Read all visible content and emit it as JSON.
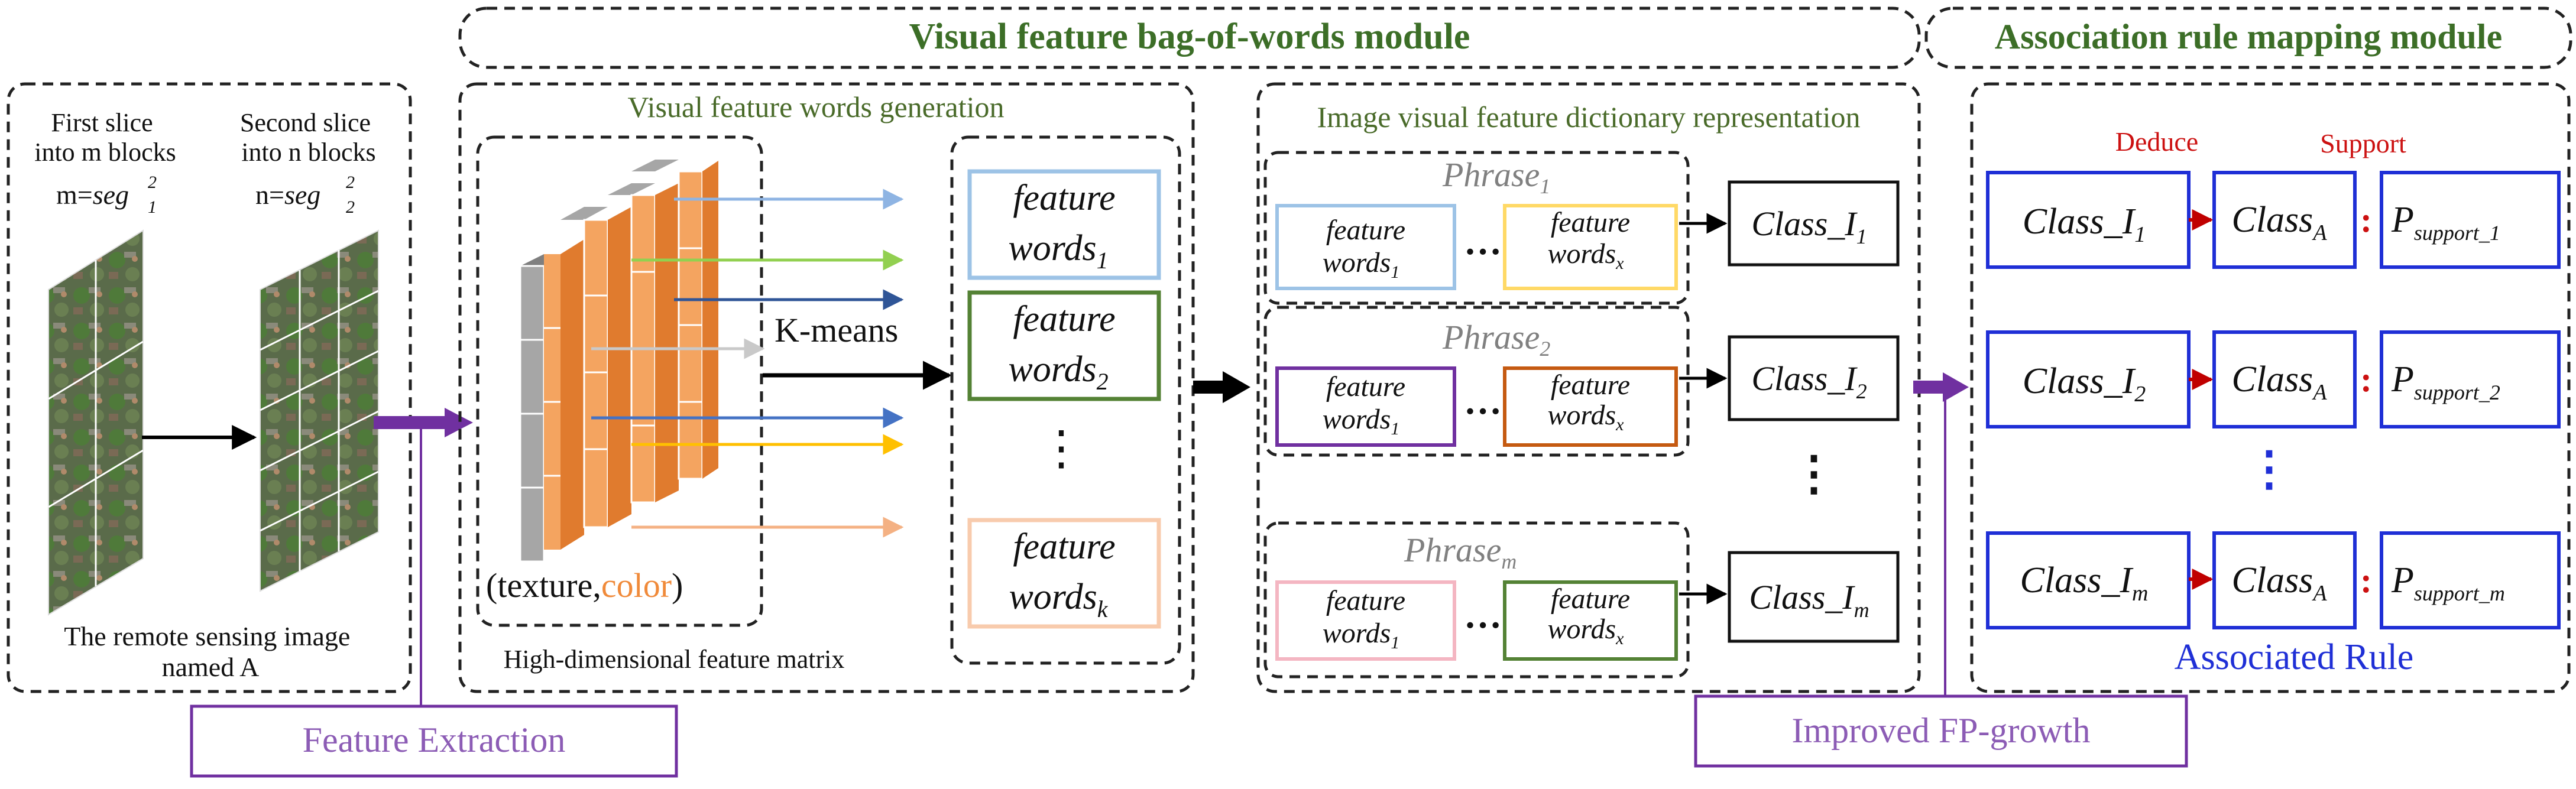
{
  "modules": {
    "bow_title": "Visual feature bag-of-words module",
    "arm_title": "Association rule mapping module"
  },
  "slicing": {
    "first_slice": [
      "First slice",
      "into m blocks"
    ],
    "second_slice": [
      "Second slice",
      "into n blocks"
    ],
    "m_formula": "m=",
    "n_formula": "n=",
    "seg": "seg",
    "m_sup": "2",
    "m_sub": "1",
    "n_sup": "2",
    "n_sub": "2",
    "image_caption": [
      "The remote sensing image",
      "named A"
    ]
  },
  "words_generation": {
    "title": "Visual feature words generation",
    "kmeans": "K-means",
    "matrix_caption": "High-dimensional feature matrix",
    "matrix_label": {
      "open": "(",
      "texture": "texture",
      "comma": ",",
      "color": "color",
      "close": ")"
    },
    "feature_words": [
      {
        "line1": "feature",
        "line2": "words",
        "sub": "1"
      },
      {
        "line1": "feature",
        "line2": "words",
        "sub": "2"
      },
      {
        "line1": "feature",
        "line2": "words",
        "sub": "k"
      }
    ],
    "vertical_ellipsis": "⋮"
  },
  "dictionary": {
    "title": "Image visual feature dictionary representation",
    "phrases": [
      {
        "name": "Phrase",
        "sub": "1",
        "class_name": "Class_I",
        "class_sub": "1"
      },
      {
        "name": "Phrase",
        "sub": "2",
        "class_name": "Class_I",
        "class_sub": "2"
      },
      {
        "name": "Phrase",
        "sub": "m",
        "class_name": "Class_I",
        "class_sub": "m"
      }
    ],
    "word_line1": "feature",
    "word_line2": "words",
    "first_sub": "1",
    "last_sub": "x",
    "dots": "…",
    "vertical_ellipsis": "⋮"
  },
  "association": {
    "deduce": "Deduce",
    "support": "Support",
    "rules": [
      {
        "left": "Class_I",
        "left_sub": "1",
        "mid": "Class",
        "mid_sub": "A",
        "sep": ":",
        "right": "P",
        "right_sub": "support_1"
      },
      {
        "left": "Class_I",
        "left_sub": "2",
        "mid": "Class",
        "mid_sub": "A",
        "sep": ":",
        "right": "P",
        "right_sub": "support_2"
      },
      {
        "left": "Class_I",
        "left_sub": "m",
        "mid": "Class",
        "mid_sub": "A",
        "sep": ":",
        "right": "P",
        "right_sub": "support_m"
      }
    ],
    "vertical_ellipsis": "⋮",
    "caption": "Associated Rule"
  },
  "steps": {
    "feature_extraction": "Feature Extraction",
    "fp_growth": "Improved FP-growth"
  },
  "colors": {
    "purple": "#7030a0",
    "blue_box": "#1f2fd6",
    "red_arrow": "#c00000",
    "title_green": "#3c6e27",
    "orange": "#f4a460",
    "gray_block": "#a6a6a6"
  }
}
